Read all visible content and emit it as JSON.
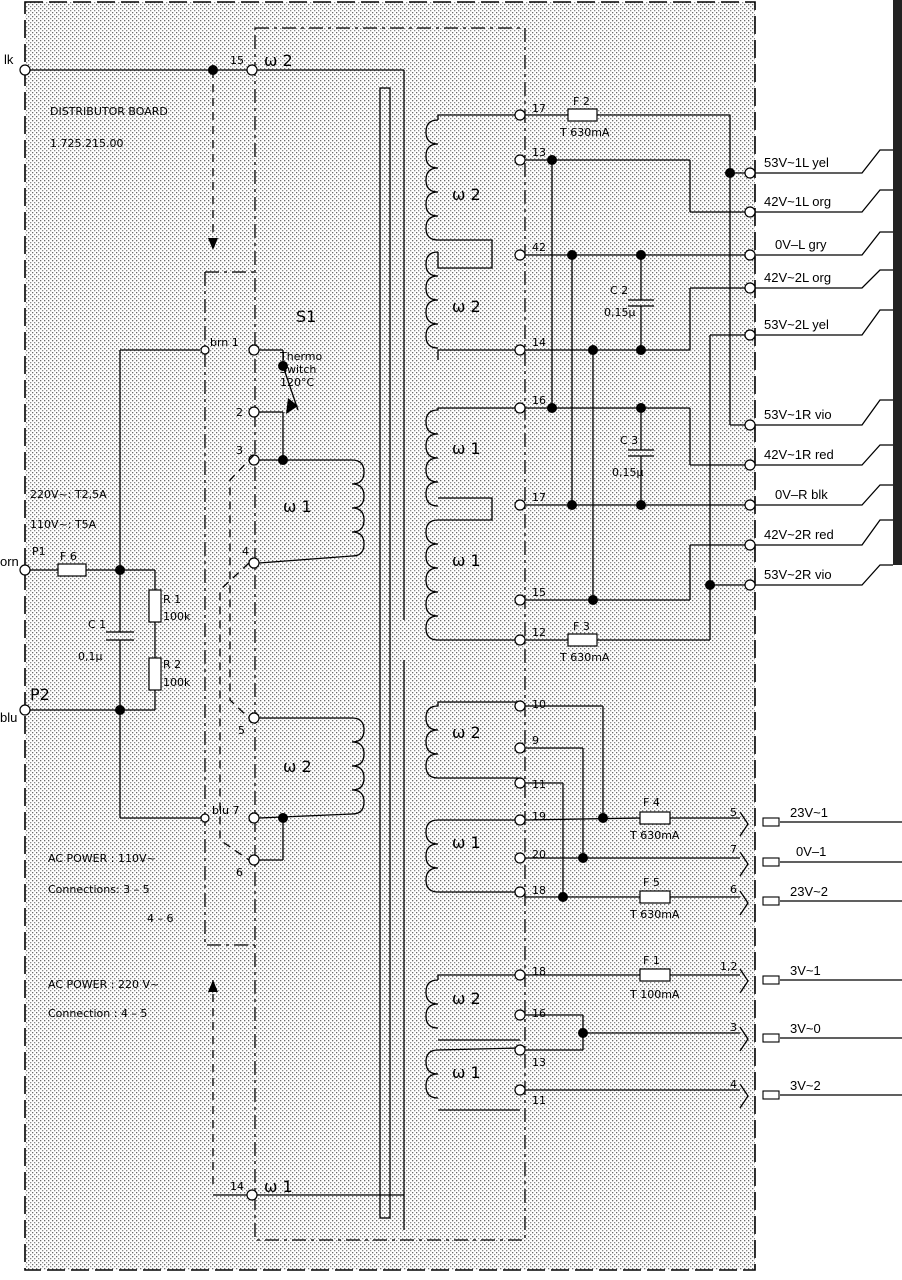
{
  "board": {
    "title": "DISTRIBUTOR BOARD",
    "part_no": "1.725.215.00"
  },
  "switch_label": "S1",
  "thermo": {
    "line1": "Thermo",
    "line2": "Switch",
    "line3": "120°C"
  },
  "fuse_rating": {
    "line1": "220V~: T2,5A",
    "line2": "110V~: T5A"
  },
  "inputs": {
    "blk": "lk",
    "brn": "orn",
    "blu": "blu",
    "p1": "P1",
    "p2": "P2"
  },
  "primary": {
    "f6": "F 6",
    "r1": "R 1",
    "r1_val": "100k",
    "r2": "R 2",
    "r2_val": "100k",
    "c1": "C 1",
    "c1_val": "0,1µ",
    "w1": "ω 1",
    "w2": "ω 2",
    "t15": "15",
    "t14": "14",
    "top_w2": "ω 2",
    "bot_w1": "ω 1",
    "pins": {
      "p1": "brn 1",
      "p2": "2",
      "p3": "3",
      "p4": "4",
      "p5": "5",
      "p7": "blu 7",
      "p6": "6"
    }
  },
  "ac110": {
    "line1": "AC POWER : 110V~",
    "line2": "Connections: 3 – 5",
    "line3": "4 – 6"
  },
  "ac220": {
    "line1": "AC POWER : 220 V~",
    "line2": "Connection : 4 – 5"
  },
  "secondary": {
    "w2a": "ω 2",
    "w2b": "ω 2",
    "w1a": "ω 1",
    "w1b": "ω 1",
    "w2c": "ω 2",
    "w1c": "ω 1",
    "w2d": "ω 2",
    "w1d": "ω 1",
    "f2": "F 2",
    "f2_val": "T 630mA",
    "f3": "F 3",
    "f3_val": "T 630mA",
    "f4": "F 4",
    "f4_val": "T 630mA",
    "f5": "F 5",
    "f5_val": "T 630mA",
    "f1": "F 1",
    "f1_val": "T 100mA",
    "c2": "C 2",
    "c2_val": "0,15µ",
    "c3": "C 3",
    "c3_val": "0,15µ",
    "pins": [
      "17",
      "13",
      "42",
      "14",
      "16",
      "17",
      "15",
      "12",
      "10",
      "9",
      "11",
      "19",
      "20",
      "18",
      "18",
      "16",
      "13",
      "11"
    ],
    "conn": [
      "5",
      "7",
      "6",
      "1,2",
      "3",
      "4"
    ]
  },
  "outputs": [
    "53V~1L yel",
    "42V~1L org",
    "0V–L gry",
    "42V~2L org",
    "53V~2L yel",
    "53V~1R vio",
    "42V~1R red",
    "0V–R blk",
    "42V~2R red",
    "53V~2R vio"
  ],
  "low_outputs": [
    "23V~1",
    "0V–1",
    "23V~2",
    "3V~1",
    "3V~0",
    "3V~2"
  ]
}
